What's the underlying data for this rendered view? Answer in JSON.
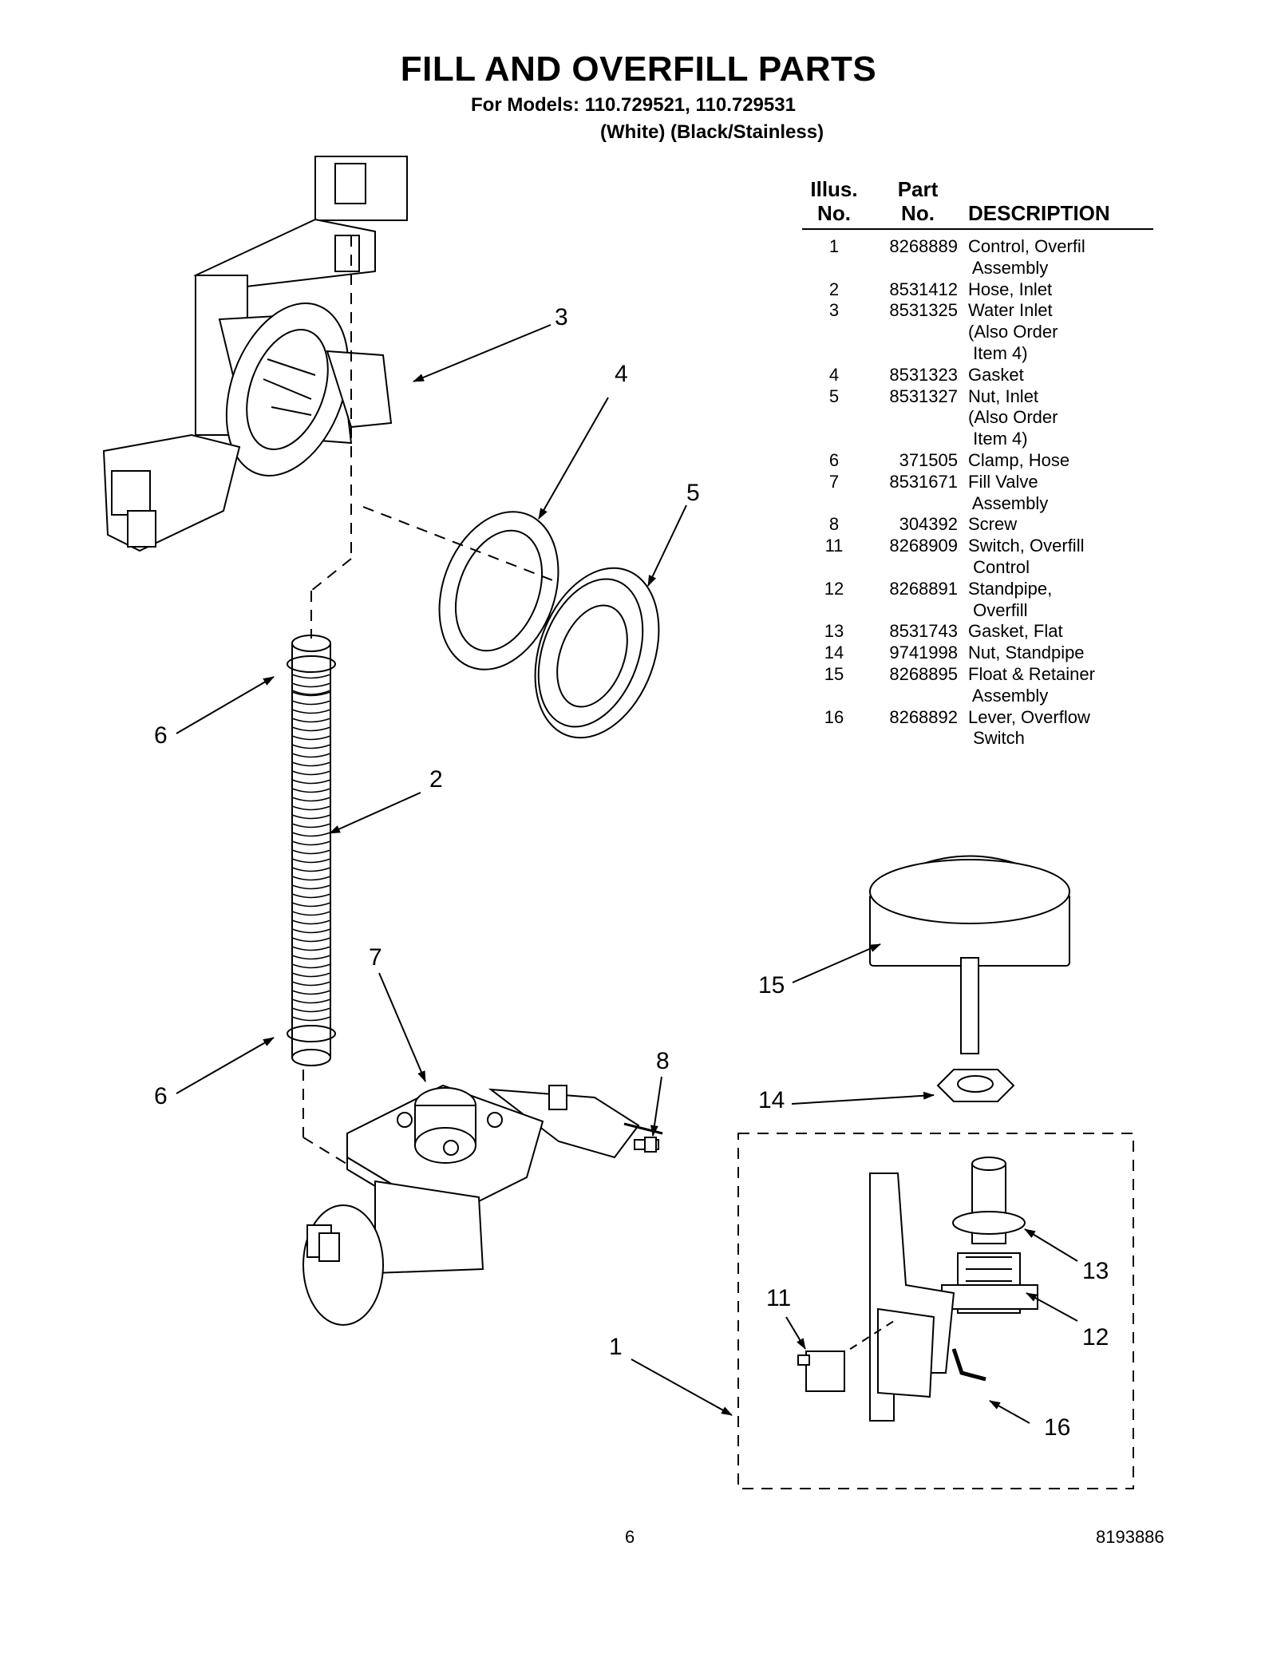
{
  "title": "FILL AND OVERFILL PARTS",
  "models_line": "For Models: 110.729521, 110.729531",
  "colors_line": "(White) (Black/Stainless)",
  "table": {
    "header_illus_1": "Illus.",
    "header_illus_2": "No.",
    "header_part_1": "Part",
    "header_part_2": "No.",
    "header_desc": "DESCRIPTION",
    "rows": [
      {
        "illus": "1",
        "part": "8268889",
        "desc": "Control, Overfil\n Assembly"
      },
      {
        "illus": "2",
        "part": "8531412",
        "desc": "Hose, Inlet"
      },
      {
        "illus": "3",
        "part": "8531325",
        "desc": "Water Inlet\n(Also Order\n Item 4)"
      },
      {
        "illus": "4",
        "part": "8531323",
        "desc": "Gasket"
      },
      {
        "illus": "5",
        "part": "8531327",
        "desc": "Nut, Inlet\n(Also Order\n Item 4)"
      },
      {
        "illus": "6",
        "part": "371505",
        "desc": "Clamp, Hose"
      },
      {
        "illus": "7",
        "part": "8531671",
        "desc": "Fill Valve\n Assembly"
      },
      {
        "illus": "8",
        "part": "304392",
        "desc": "Screw"
      },
      {
        "illus": "11",
        "part": "8268909",
        "desc": "Switch, Overfill\n Control"
      },
      {
        "illus": "12",
        "part": "8268891",
        "desc": "Standpipe,\n Overfill"
      },
      {
        "illus": "13",
        "part": "8531743",
        "desc": "Gasket, Flat"
      },
      {
        "illus": "14",
        "part": "9741998",
        "desc": "Nut, Standpipe"
      },
      {
        "illus": "15",
        "part": "8268895",
        "desc": "Float & Retainer\n Assembly"
      },
      {
        "illus": "16",
        "part": "8268892",
        "desc": "Lever, Overflow\n Switch"
      }
    ]
  },
  "callouts": {
    "c3": "3",
    "c4": "4",
    "c5": "5",
    "c6a": "6",
    "c2": "2",
    "c7": "7",
    "c8": "8",
    "c6b": "6",
    "c15": "15",
    "c14": "14",
    "c11": "11",
    "c13": "13",
    "c12": "12",
    "c1": "1",
    "c16": "16"
  },
  "footer": {
    "page": "6",
    "doc_number": "8193886"
  }
}
